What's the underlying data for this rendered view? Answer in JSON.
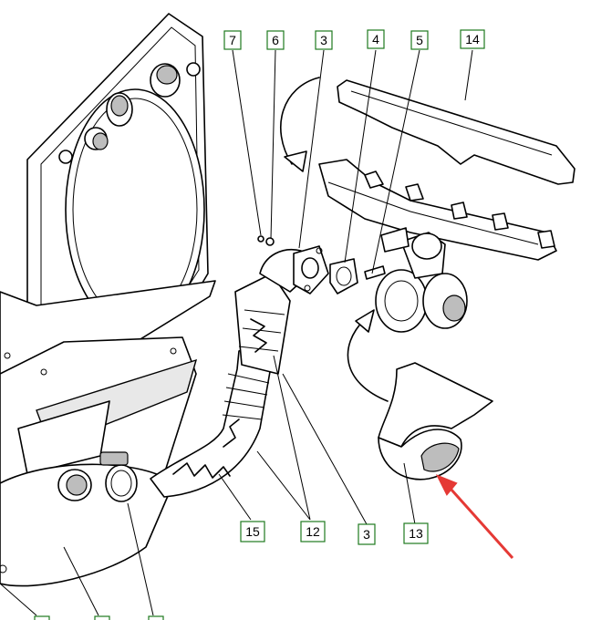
{
  "callouts": [
    {
      "id": "c7",
      "label": "7"
    },
    {
      "id": "c6",
      "label": "6"
    },
    {
      "id": "c3a",
      "label": "3"
    },
    {
      "id": "c4",
      "label": "4"
    },
    {
      "id": "c5",
      "label": "5"
    },
    {
      "id": "c14",
      "label": "14"
    },
    {
      "id": "c15",
      "label": "15"
    },
    {
      "id": "c12",
      "label": "12"
    },
    {
      "id": "c3b",
      "label": "3"
    },
    {
      "id": "c13",
      "label": "13"
    }
  ],
  "colors": {
    "callout_border": "#1f7a1f",
    "pointer_arrow": "#e53935",
    "line": "#000000"
  }
}
